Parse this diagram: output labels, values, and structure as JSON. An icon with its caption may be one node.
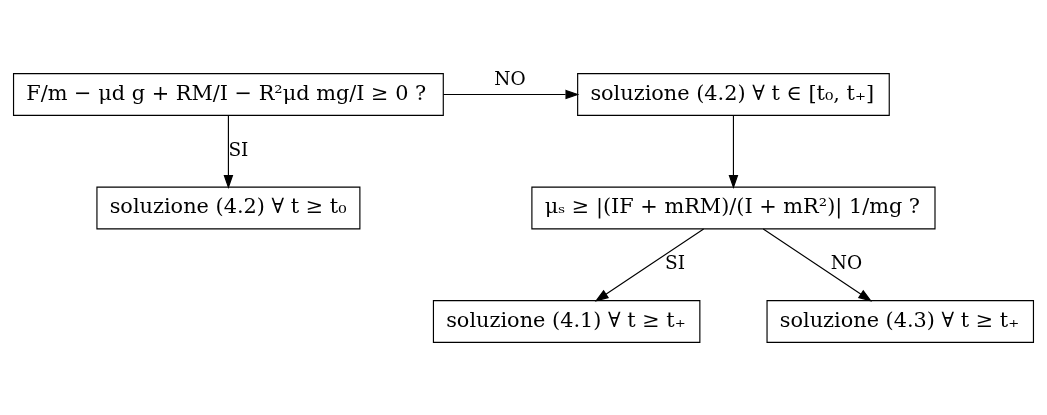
{
  "diagram": {
    "nodes": [
      {
        "text": [
          "F/m − μd g + RM/I − R²μd mg/I ≥ 0 ?"
        ]
      },
      {
        "text": [
          "soluzione (4.2) ∀ t ∈ [t₀, t₊]"
        ]
      },
      {
        "text": [
          "μₛ ≥ |(IF + mRM)/(I + mR²)| 1/mg ?"
        ]
      },
      {
        "text": [
          "soluzione (4.2) ∀ t ≥ t₀"
        ]
      },
      {
        "text": [
          "soluzione (4.1) ∀ t ≥ t₊"
        ]
      },
      {
        "text": [
          "soluzione (4.3) ∀ t ≥ t₊"
        ]
      }
    ],
    "edges": [
      {
        "from": 0,
        "to": 1,
        "arrow": "to",
        "label": "NO"
      },
      {
        "from": 0,
        "to": 3,
        "arrow": "to",
        "label": "SI"
      },
      {
        "from": 1,
        "to": 2,
        "arrow": "to"
      },
      {
        "from": 2,
        "to": 4,
        "arrow": "to",
        "label": "SI"
      },
      {
        "from": 2,
        "to": 5,
        "arrow": "to",
        "label": "NO"
      }
    ]
  }
}
